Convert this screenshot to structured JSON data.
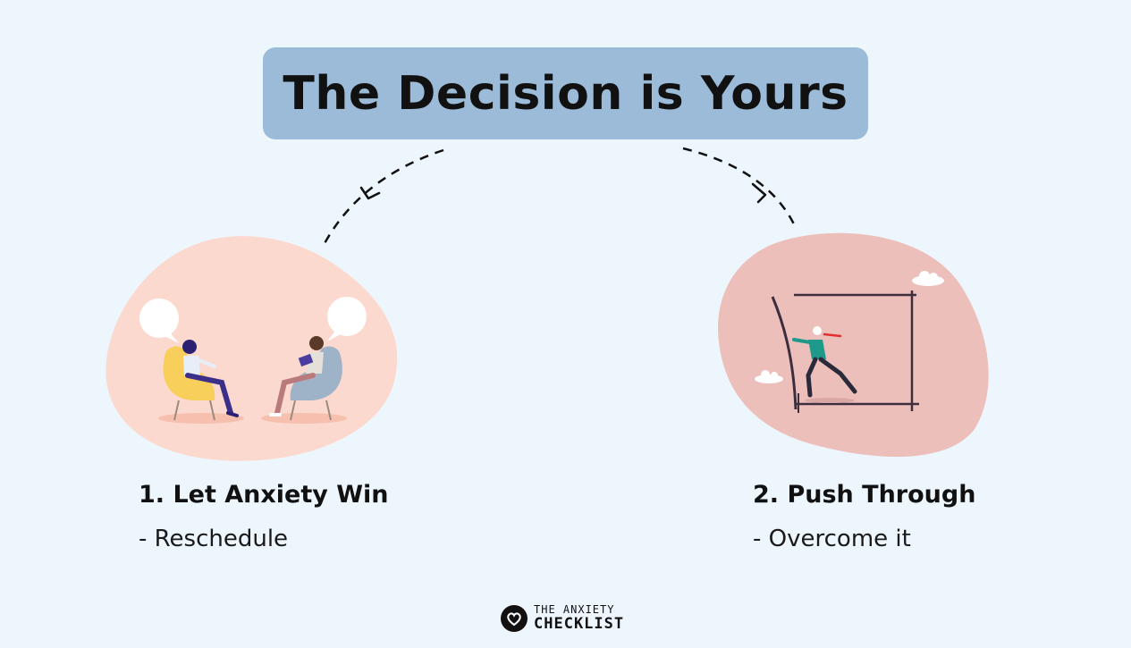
{
  "title": "The Decision is Yours",
  "options": [
    {
      "heading": "1. Let Anxiety Win",
      "detail": "- Reschedule"
    },
    {
      "heading": "2. Push Through",
      "detail": "- Overcome it"
    }
  ],
  "brand": {
    "line1": "THE ANXIETY",
    "line2": "CHECKLIST",
    "icon": "heart-icon"
  },
  "colors": {
    "background": "#eef6fd",
    "title_box": "#9cbbd8",
    "left_blob": "#fcd9cf",
    "right_blob": "#ecbfbb"
  }
}
